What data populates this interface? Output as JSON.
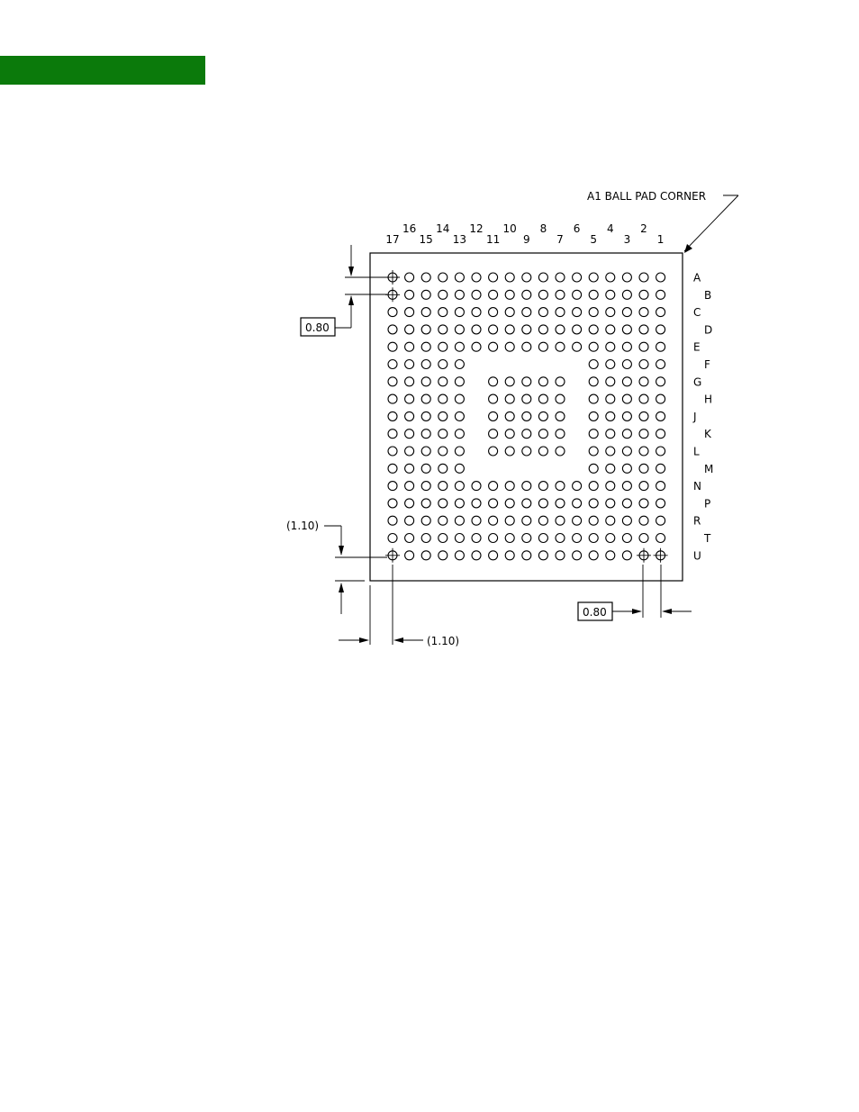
{
  "header": {
    "bar_color": "#0b7a0b"
  },
  "drawing": {
    "corner_label": "A1  BALL  PAD  CORNER",
    "columns": [
      "17",
      "16",
      "15",
      "14",
      "13",
      "12",
      "11",
      "10",
      "9",
      "8",
      "7",
      "6",
      "5",
      "4",
      "3",
      "2",
      "1"
    ],
    "rows": [
      "A",
      "B",
      "C",
      "D",
      "E",
      "F",
      "G",
      "H",
      "J",
      "K",
      "L",
      "M",
      "N",
      "P",
      "R",
      "T",
      "U"
    ],
    "dimensions": {
      "pitch_vertical": "0.80",
      "pitch_horizontal": "0.80",
      "edge_offset_vertical": "(1.10)",
      "edge_offset_horizontal": "(1.10)"
    },
    "grid": {
      "size": 17,
      "populated_map": [
        "11111111111111111",
        "11111111111111111",
        "11111111111111111",
        "11111111111111111",
        "11111111111111111",
        "11111000000011111",
        "11111011111011111",
        "11111011111011111",
        "11111011111011111",
        "11111011111011111",
        "11111011111011111",
        "11111000000011111",
        "11111111111111111",
        "11111111111111111",
        "11111111111111111",
        "11111111111111111",
        "11111111111111111"
      ],
      "marked_balls": [
        [
          0,
          0
        ],
        [
          1,
          0
        ],
        [
          16,
          0
        ],
        [
          16,
          15
        ],
        [
          16,
          16
        ]
      ]
    }
  }
}
